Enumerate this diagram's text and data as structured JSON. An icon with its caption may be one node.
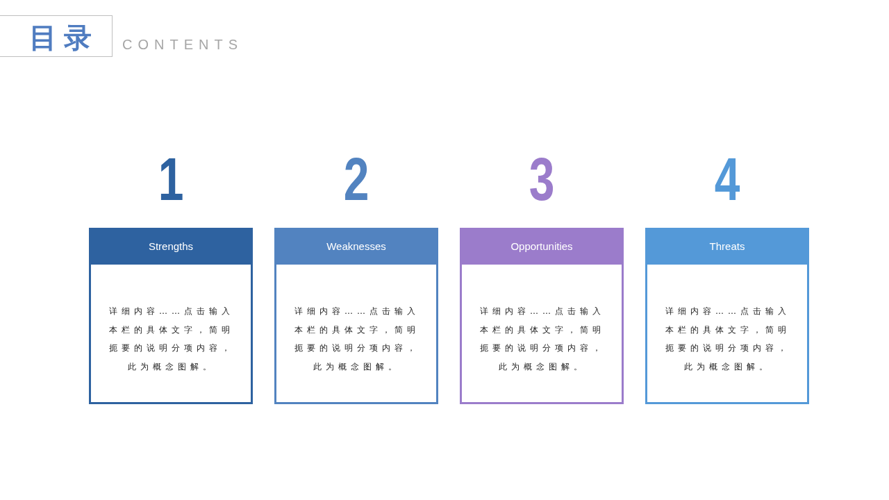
{
  "diagram": {
    "title": "目录",
    "nodes": [
      {
        "text": [
          "Strengths",
          "详细内容……点击输入本栏的具体文字，简明扼要的说明分项内容，此为概念图解。"
        ],
        "beside": [
          "1"
        ]
      },
      {
        "text": [
          "Weaknesses",
          "详细内容……点击输入本栏的具体文字，简明扼要的说明分项内容，此为概念图解。"
        ],
        "beside": [
          "2"
        ]
      },
      {
        "text": [
          "Opportunities",
          "详细内容……点击输入本栏的具体文字，简明扼要的说明分项内容，此为概念图解。"
        ],
        "beside": [
          "3"
        ]
      },
      {
        "text": [
          "Threats",
          "详细内容……点击输入本栏的具体文字，简明扼要的说明分项内容，此为概念图解。"
        ],
        "beside": [
          "4"
        ]
      }
    ],
    "labels": [
      "CONTENTS"
    ]
  }
}
